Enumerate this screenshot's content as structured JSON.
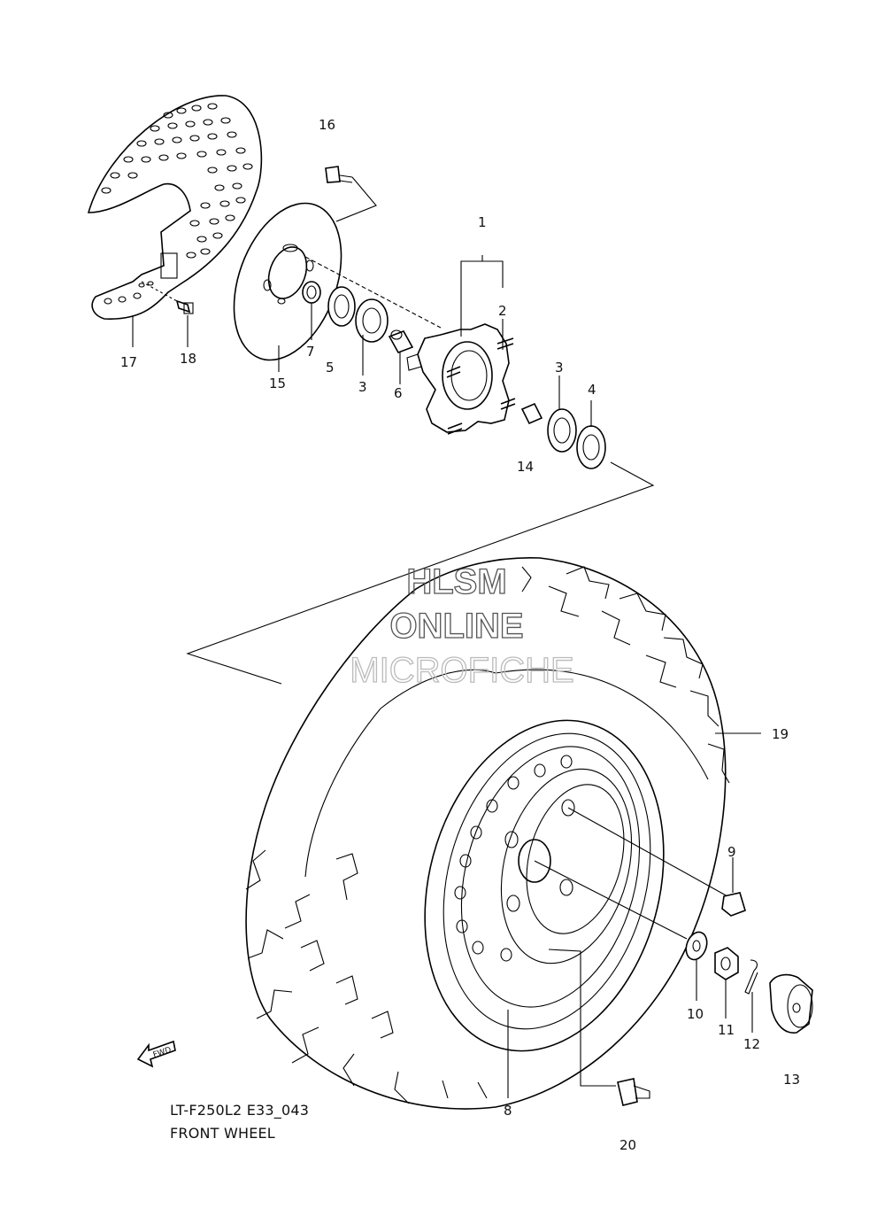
{
  "diagram": {
    "model_code": "LT-F250L2 E33_043",
    "title": "FRONT WHEEL",
    "fwd_label": "FWD",
    "watermark": [
      "HLSM",
      "ONLINE",
      "MICROFICHE"
    ],
    "callouts": [
      "1",
      "2",
      "3",
      "3",
      "4",
      "5",
      "6",
      "7",
      "8",
      "9",
      "10",
      "11",
      "12",
      "13",
      "14",
      "15",
      "16",
      "17",
      "18",
      "19",
      "20"
    ]
  }
}
